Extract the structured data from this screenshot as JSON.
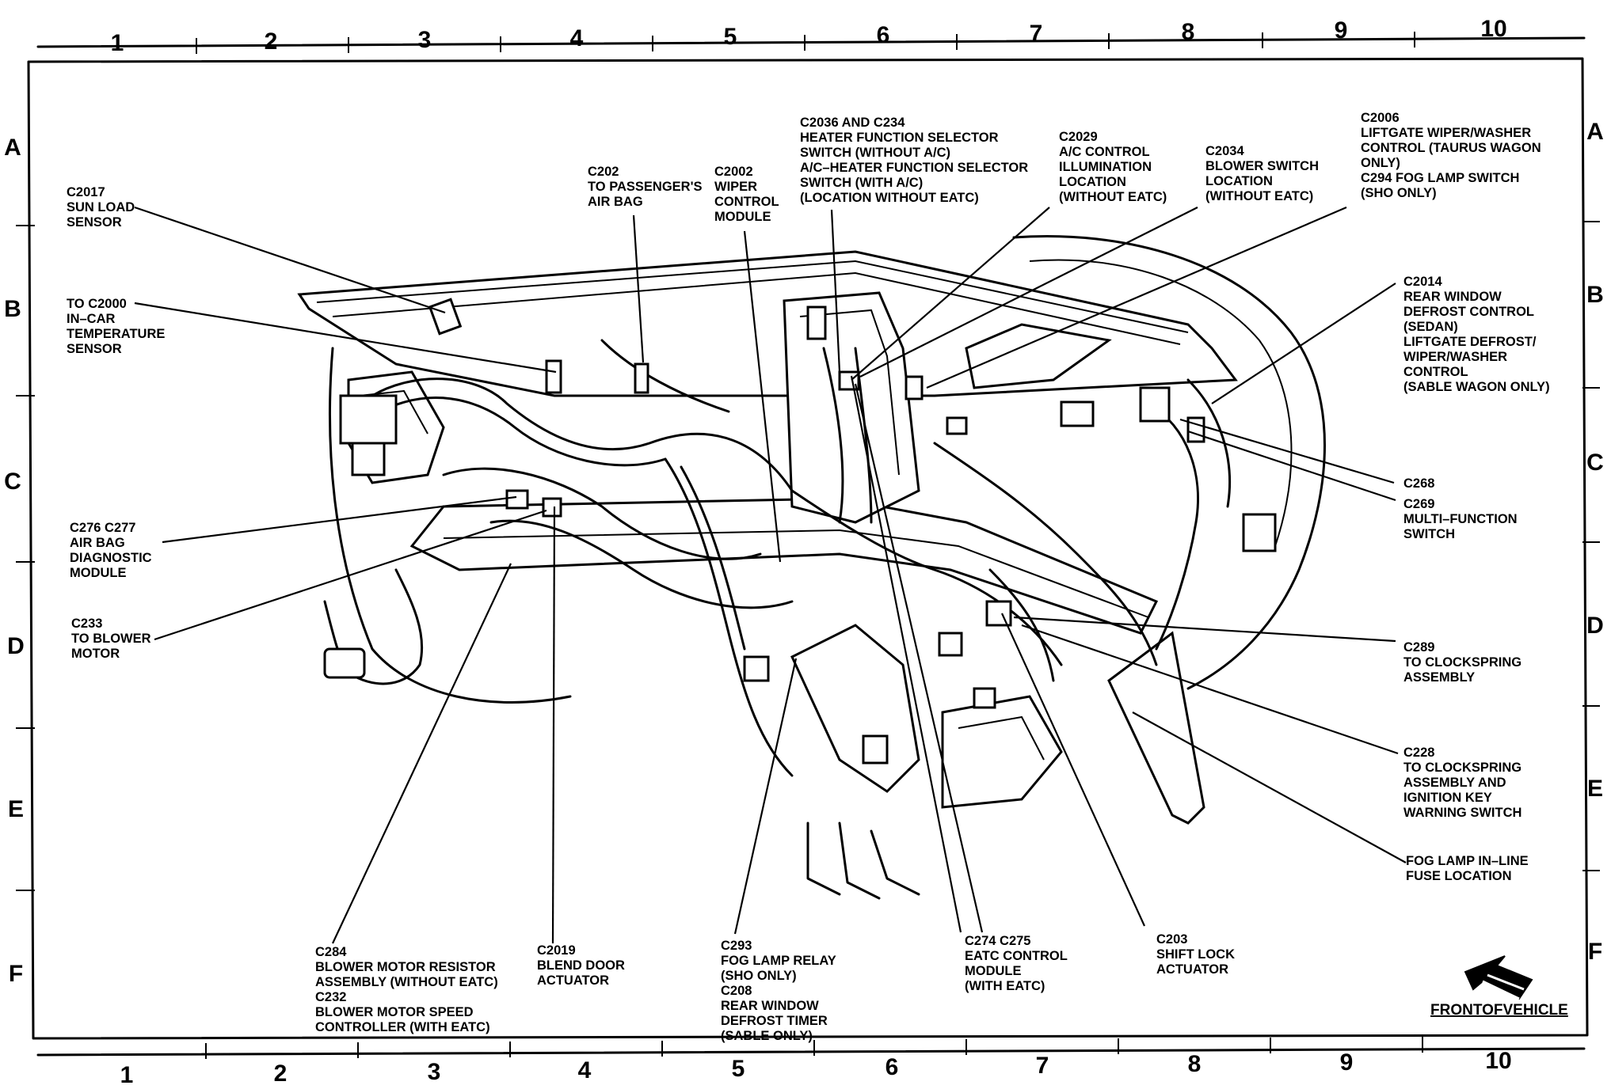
{
  "grid": {
    "columns": [
      "1",
      "2",
      "3",
      "4",
      "5",
      "6",
      "7",
      "8",
      "9",
      "10"
    ],
    "rows": [
      "A",
      "B",
      "C",
      "D",
      "E",
      "F"
    ]
  },
  "front_of_vehicle": {
    "label": "FRONTOFVEHICLE",
    "icon": "front-arrow-icon"
  },
  "callouts": [
    {
      "id": "c2017",
      "lines": [
        "C2017",
        "SUN LOAD",
        "SENSOR"
      ]
    },
    {
      "id": "c2000",
      "lines": [
        "TO C2000",
        "IN–CAR",
        "TEMPERATURE",
        "SENSOR"
      ]
    },
    {
      "id": "c276",
      "lines": [
        "C276 C277",
        "AIR BAG",
        "DIAGNOSTIC",
        "MODULE"
      ]
    },
    {
      "id": "c233",
      "lines": [
        "C233",
        "TO BLOWER",
        "MOTOR"
      ]
    },
    {
      "id": "c202",
      "lines": [
        "C202",
        "TO PASSENGER'S",
        "AIR BAG"
      ]
    },
    {
      "id": "c2002",
      "lines": [
        "C2002",
        "WIPER",
        "CONTROL",
        "MODULE"
      ]
    },
    {
      "id": "c2036",
      "lines": [
        "C2036 AND C234",
        "HEATER FUNCTION SELECTOR",
        "SWITCH (WITHOUT A/C)",
        "A/C–HEATER FUNCTION SELECTOR",
        "SWITCH (WITH A/C)",
        "(LOCATION WITHOUT EATC)"
      ]
    },
    {
      "id": "c2029",
      "lines": [
        "C2029",
        "A/C CONTROL",
        "ILLUMINATION",
        "LOCATION",
        "(WITHOUT EATC)"
      ]
    },
    {
      "id": "c2034",
      "lines": [
        "C2034",
        "BLOWER SWITCH",
        "LOCATION",
        "(WITHOUT EATC)"
      ]
    },
    {
      "id": "c2006",
      "lines": [
        "C2006",
        "LIFTGATE WIPER/WASHER",
        "CONTROL (TAURUS WAGON",
        "ONLY)",
        "C294 FOG LAMP SWITCH",
        "(SHO ONLY)"
      ]
    },
    {
      "id": "c2014",
      "lines": [
        "C2014",
        "REAR WINDOW",
        "DEFROST CONTROL",
        "(SEDAN)",
        "LIFTGATE DEFROST/",
        "WIPER/WASHER",
        "CONTROL",
        "(SABLE WAGON ONLY)"
      ]
    },
    {
      "id": "c268",
      "lines": [
        "C268"
      ]
    },
    {
      "id": "c269",
      "lines": [
        "C269",
        "MULTI–FUNCTION",
        "SWITCH"
      ]
    },
    {
      "id": "c289",
      "lines": [
        "C289",
        "TO CLOCKSPRING",
        "ASSEMBLY"
      ]
    },
    {
      "id": "c228",
      "lines": [
        "C228",
        "TO CLOCKSPRING",
        "ASSEMBLY AND",
        "IGNITION KEY",
        "WARNING SWITCH"
      ]
    },
    {
      "id": "fog",
      "lines": [
        "FOG LAMP IN–LINE",
        "FUSE LOCATION"
      ]
    },
    {
      "id": "c284",
      "lines": [
        "C284",
        "BLOWER MOTOR RESISTOR",
        "ASSEMBLY (WITHOUT EATC)",
        "C232",
        "BLOWER MOTOR SPEED",
        "CONTROLLER (WITH EATC)"
      ]
    },
    {
      "id": "c2019",
      "lines": [
        "C2019",
        "BLEND DOOR",
        "ACTUATOR"
      ]
    },
    {
      "id": "c293",
      "lines": [
        "C293",
        "FOG LAMP RELAY",
        "(SHO ONLY)",
        "C208",
        "REAR WINDOW",
        "DEFROST TIMER",
        "(SABLE ONLY)"
      ]
    },
    {
      "id": "c274",
      "lines": [
        "C274 C275",
        "EATC CONTROL",
        "MODULE",
        "(WITH EATC)"
      ]
    },
    {
      "id": "c203",
      "lines": [
        "C203",
        "SHIFT LOCK",
        "ACTUATOR"
      ]
    }
  ]
}
